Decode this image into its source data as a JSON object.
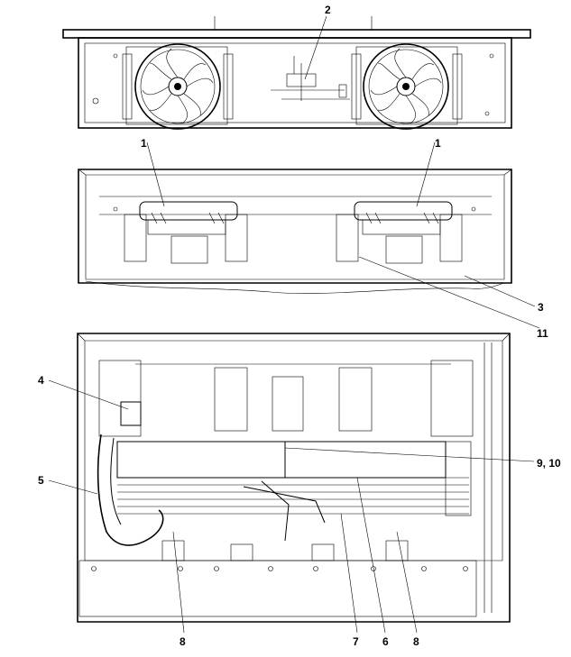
{
  "callouts": {
    "c1_left": "1",
    "c1_right": "1",
    "c2": "2",
    "c3": "3",
    "c4": "4",
    "c5": "5",
    "c6": "6",
    "c7": "7",
    "c8_left": "8",
    "c8_right": "8",
    "c9_10": "9, 10",
    "c11": "11"
  },
  "colors": {
    "line": "#000000",
    "background": "#ffffff"
  }
}
